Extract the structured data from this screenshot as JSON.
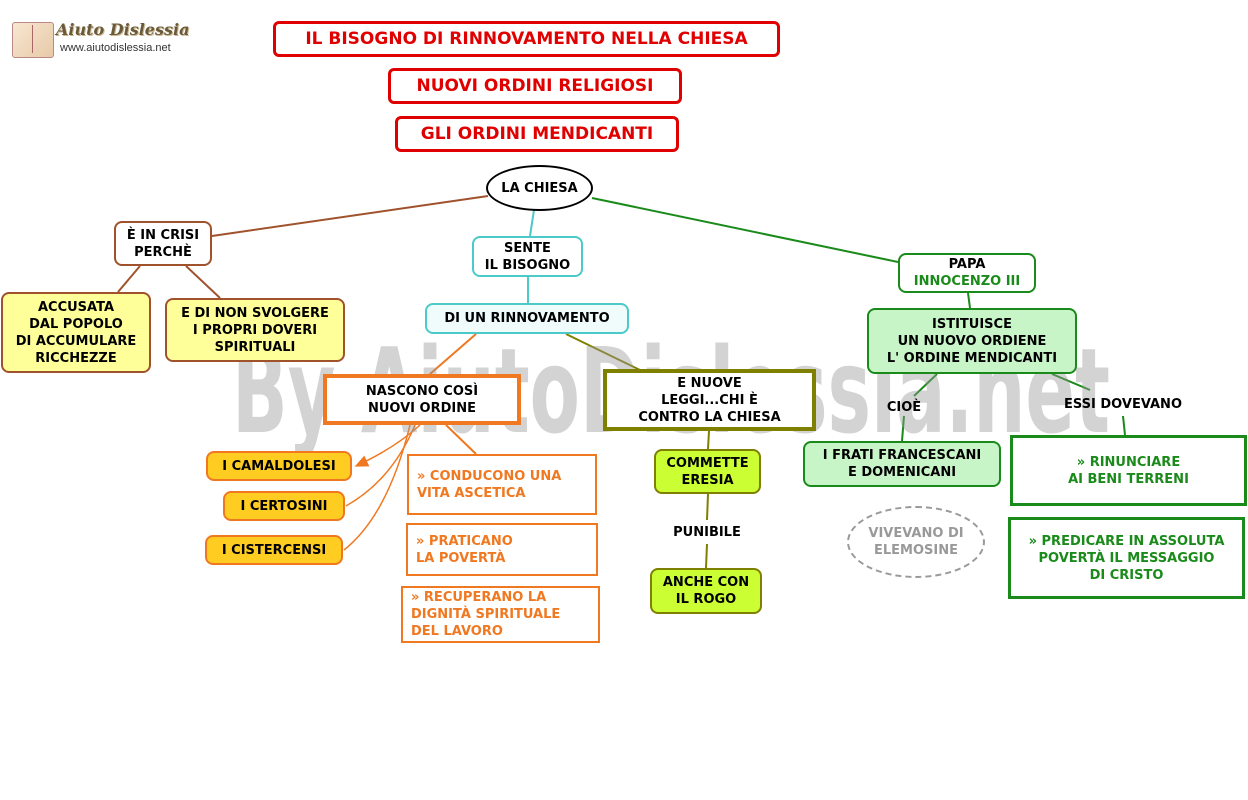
{
  "logo": {
    "name": "Aiuto Dislessia",
    "url": "www.aiutodislessia.net"
  },
  "watermark": "By AiutoDislessia.net",
  "titles": {
    "main": "IL BISOGNO DI RINNOVAMENTO NELLA CHIESA",
    "sub1": "NUOVI ORDINI RELIGIOSI",
    "sub2": "GLI ORDINI MENDICANTI"
  },
  "nodes": {
    "chiesa": "LA CHIESA",
    "crisi": "È IN CRISI\nPERCHÈ",
    "accusata": "ACCUSATA\nDAL POPOLO\nDI ACCUMULARE\nRICCHEZZE",
    "doveri": "E DI NON SVOLGERE\nI PROPRI DOVERI\nSPIRITUALI",
    "sente": "SENTE\nIL BISOGNO",
    "rinnovamento": "DI UN RINNOVAMENTO",
    "nascono": "NASCONO COSÌ\nNUOVI ORDINE",
    "camaldolesi": "I CAMALDOLESI",
    "certosini": "I CERTOSINI",
    "cistercensi": "I CISTERCENSI",
    "ascetica": "» CONDUCONO UNA\n   VITA ASCETICA",
    "poverta": "» PRATICANO\n   LA POVERTÀ",
    "dignita": "» RECUPERANO LA\n   DIGNITÀ SPIRITUALE\n   DEL LAVORO",
    "leggi": "E NUOVE\nLEGGI...CHI È\nCONTRO LA CHIESA",
    "eresia": "COMMETTE\nERESIA",
    "punibile": "PUNIBILE",
    "rogo": "ANCHE CON\nIL ROGO",
    "papa_label": "PAPA",
    "papa_name": "INNOCENZO III",
    "istituisce": "ISTITUISCE\nUN NUOVO ORDIENE\nL' ORDINE MENDICANTI",
    "cioe": "CIOÈ",
    "frati": "I FRATI FRANCESCANI\nE DOMENICANI",
    "elemosine": "VIVEVANO DI\nELEMOSINE",
    "dovevano": "ESSI DOVEVANO",
    "rinunciare": "» RINUNCIARE\nAI BENI TERRENI",
    "predicare": "» PREDICARE IN ASSOLUTA\nPOVERTÀ IL MESSAGGIO\nDI CRISTO"
  },
  "colors": {
    "title": "#e00000",
    "brown": "#a0522d",
    "yellow": "#ffff99",
    "teal": "#4cc9c9",
    "orange": "#f07820",
    "olive": "#808000",
    "lime": "#ccff33",
    "green": "#1a8a1a",
    "light_green": "#c8f5c8",
    "gray": "#999999"
  }
}
